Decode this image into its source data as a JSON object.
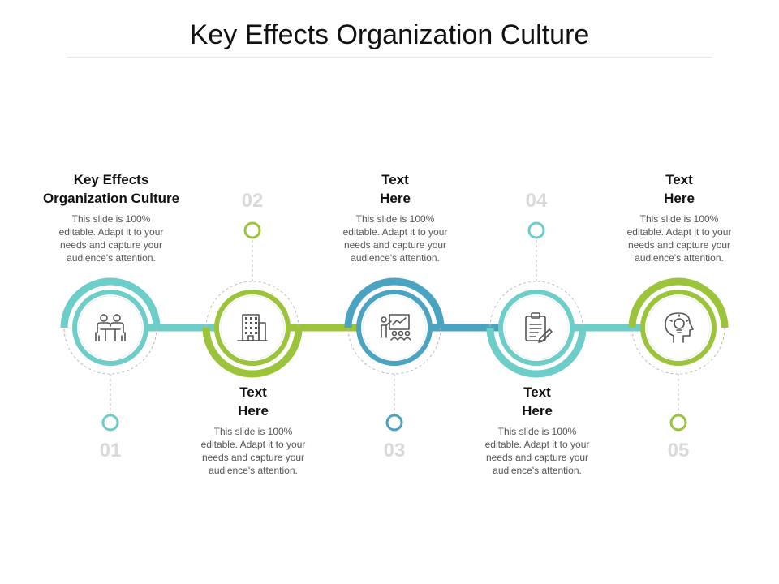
{
  "title": "Key Effects Organization Culture",
  "colors": {
    "teal": "#6ccdc9",
    "green": "#9bc43a",
    "blue": "#4aa3c0",
    "icon": "#555555"
  },
  "steps": [
    {
      "num": "01",
      "heading_l1": "Key Effects",
      "heading_l2": "Organization Culture",
      "body": [
        "This slide is 100%",
        "editable. Adapt it to your",
        "needs and capture your",
        "audience's attention."
      ],
      "color": "#6ccdc9",
      "icon": "meeting-icon"
    },
    {
      "num": "02",
      "heading_l1": "Text",
      "heading_l2": "Here",
      "body": [
        "This slide is 100%",
        "editable. Adapt it to your",
        "needs and capture your",
        "audience's attention."
      ],
      "color": "#9bc43a",
      "icon": "office-building-icon"
    },
    {
      "num": "03",
      "heading_l1": "Text",
      "heading_l2": "Here",
      "body": [
        "This slide is 100%",
        "editable. Adapt it to your",
        "needs and capture your",
        "audience's attention."
      ],
      "color": "#4aa3c0",
      "icon": "presentation-icon"
    },
    {
      "num": "04",
      "heading_l1": "Text",
      "heading_l2": "Here",
      "body": [
        "This slide is 100%",
        "editable. Adapt it to your",
        "needs and capture your",
        "audience's attention."
      ],
      "color": "#6ccdc9",
      "icon": "clipboard-icon"
    },
    {
      "num": "05",
      "heading_l1": "Text",
      "heading_l2": "Here",
      "body": [
        "This slide is 100%",
        "editable. Adapt it to your",
        "needs and capture your",
        "audience's attention."
      ],
      "color": "#9bc43a",
      "icon": "head-lightbulb-icon"
    }
  ]
}
